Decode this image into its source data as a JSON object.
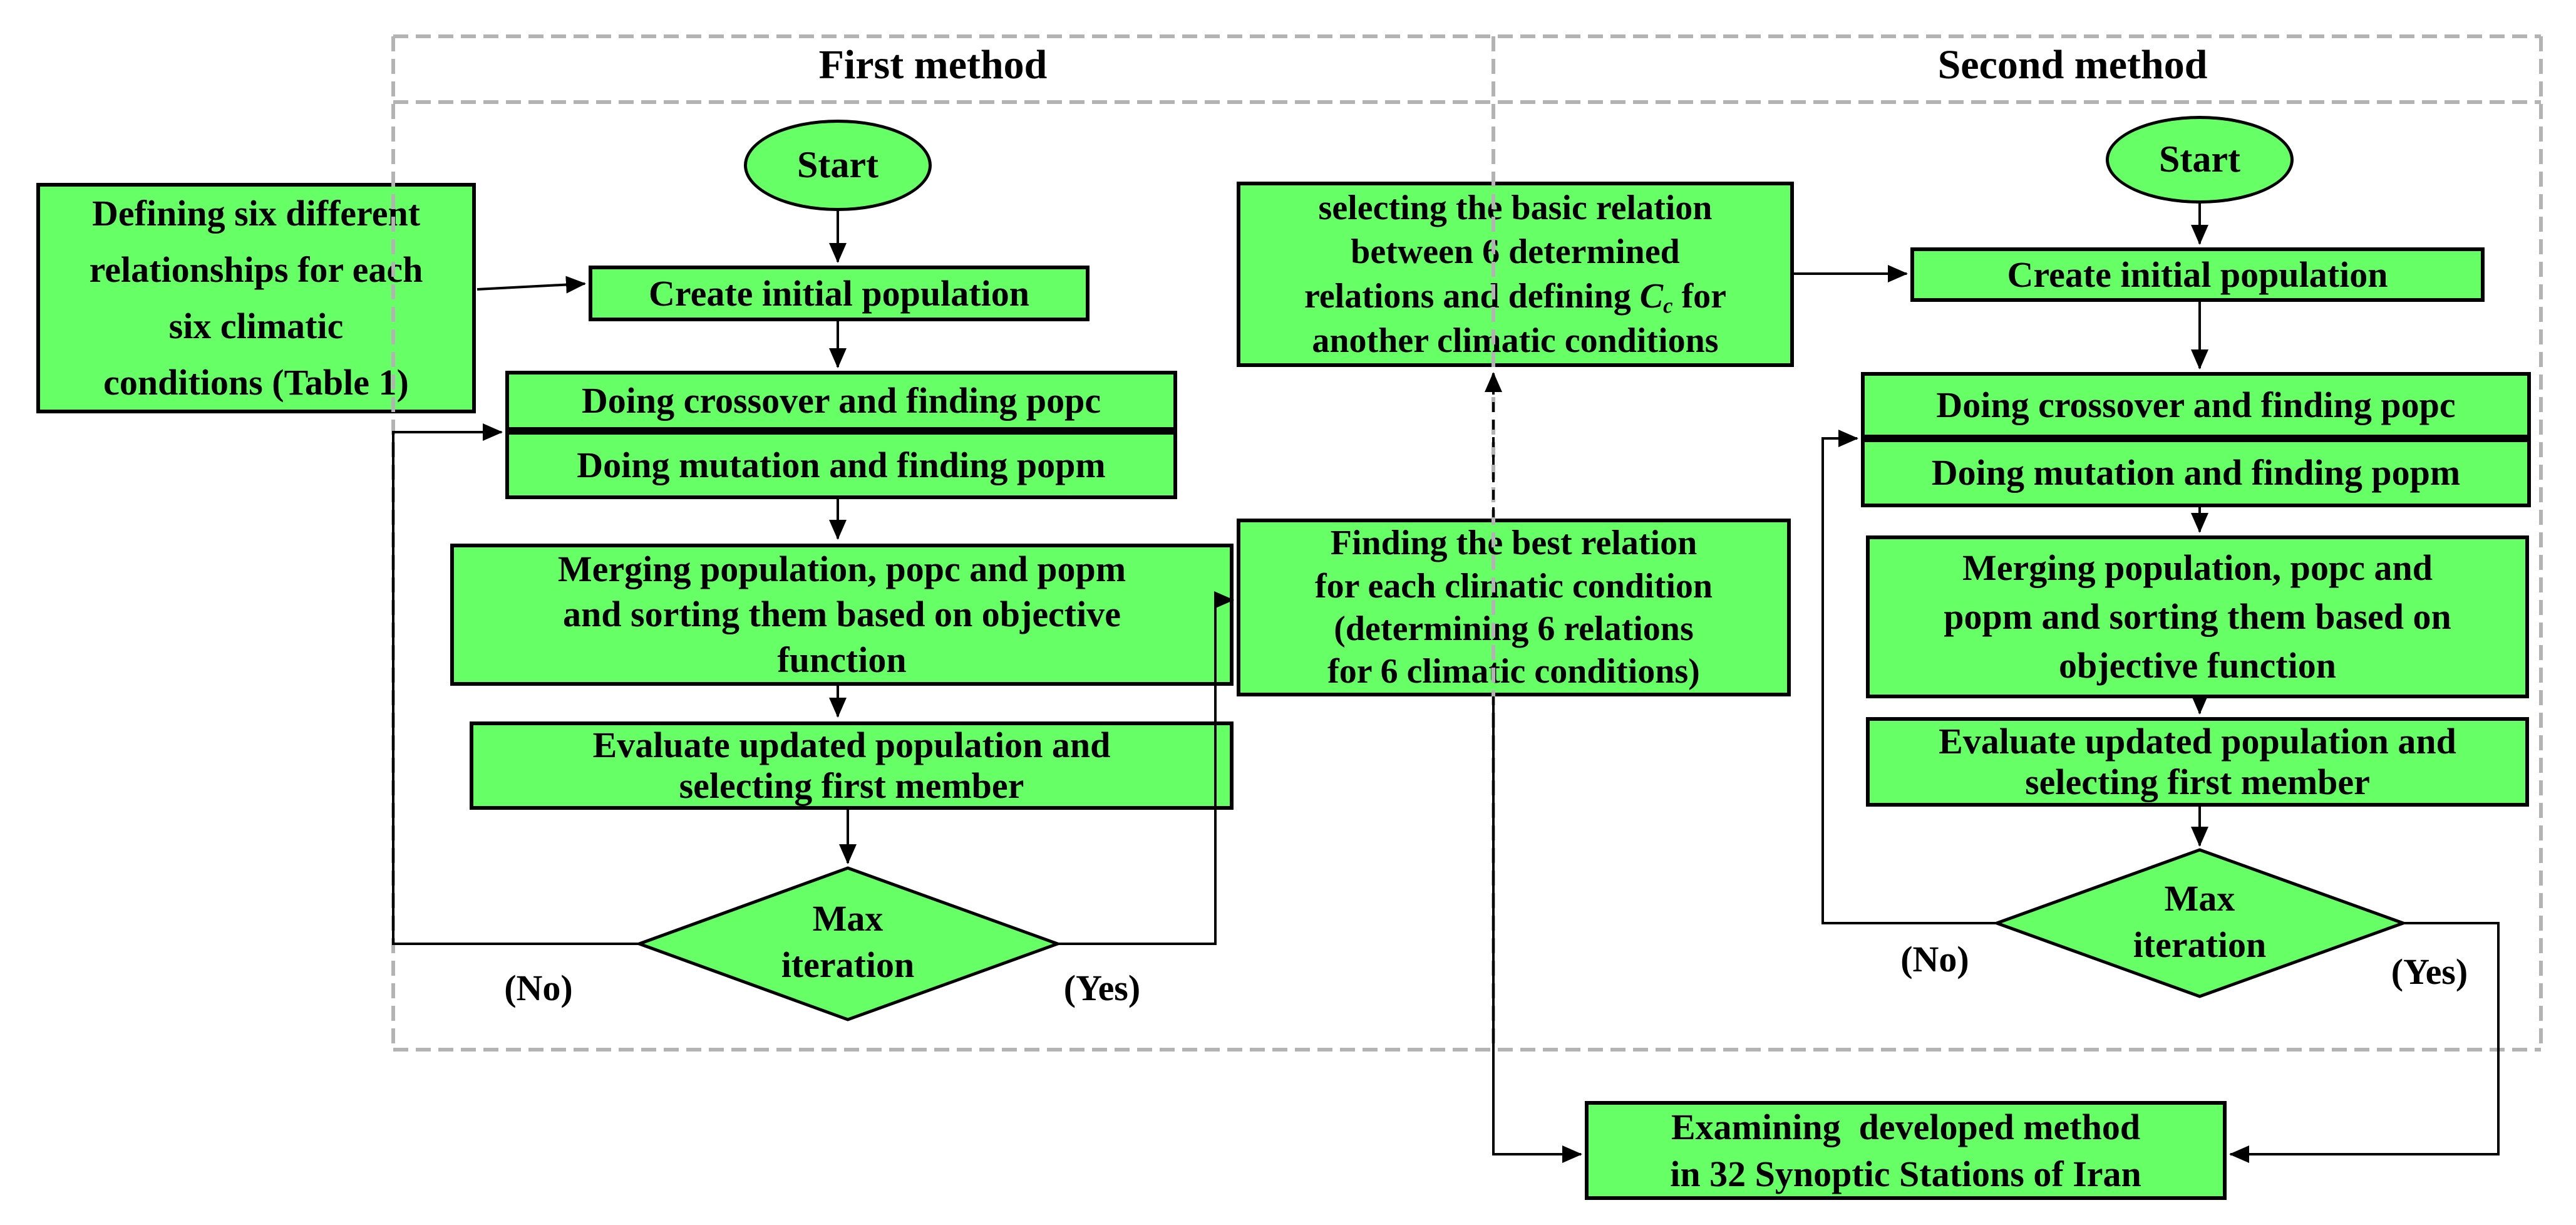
{
  "page": {
    "background": "#ffffff"
  },
  "colors": {
    "node_fill": "#66ff66",
    "node_border": "#000000",
    "connector": "#000000",
    "frame_dash": "#b3b3b3",
    "text": "#000000"
  },
  "frame": {
    "first_method_label": "First method",
    "second_method_label": "Second method"
  },
  "defining_box": {
    "lines": [
      "Defining six different",
      "relationships for each",
      "six climatic",
      "conditions (Table 1)"
    ]
  },
  "first_method": {
    "start_label": "Start",
    "create_label": "Create initial population",
    "crossover_label": "Doing crossover and finding popc",
    "mutation_label": "Doing mutation and finding popm",
    "merging_lines": [
      "Merging population, popc and popm",
      "and sorting them based on objective",
      "function"
    ],
    "evaluate_lines": [
      "Evaluate updated population and",
      "selecting first member"
    ],
    "decision_lines": [
      "Max",
      "iteration"
    ],
    "no_label": "(No)",
    "yes_label": "(Yes)"
  },
  "middle": {
    "selecting_box": {
      "line1": "selecting the basic relation",
      "line2": "between 6 determined",
      "line3_pre": "relations and defining ",
      "line3_var": "C",
      "line3_sub": "c",
      "line3_post": " for",
      "line4": "another climatic conditions"
    },
    "finding_lines": [
      "Finding the best relation",
      "for each climatic condition",
      "(determining 6 relations",
      "for 6 climatic conditions)"
    ],
    "examining_lines": [
      "Examining  developed method",
      "in 32 Synoptic Stations of Iran"
    ]
  },
  "second_method": {
    "start_label": "Start",
    "create_label": "Create initial population",
    "crossover_label": "Doing crossover and finding popc",
    "mutation_label": "Doing mutation and finding popm",
    "merging_lines": [
      "Merging population, popc and",
      "popm and sorting them based on",
      "objective function"
    ],
    "evaluate_lines": [
      "Evaluate updated population and",
      "selecting first member"
    ],
    "decision_lines": [
      "Max",
      "iteration"
    ],
    "no_label": "(No)",
    "yes_label": "(Yes)"
  }
}
